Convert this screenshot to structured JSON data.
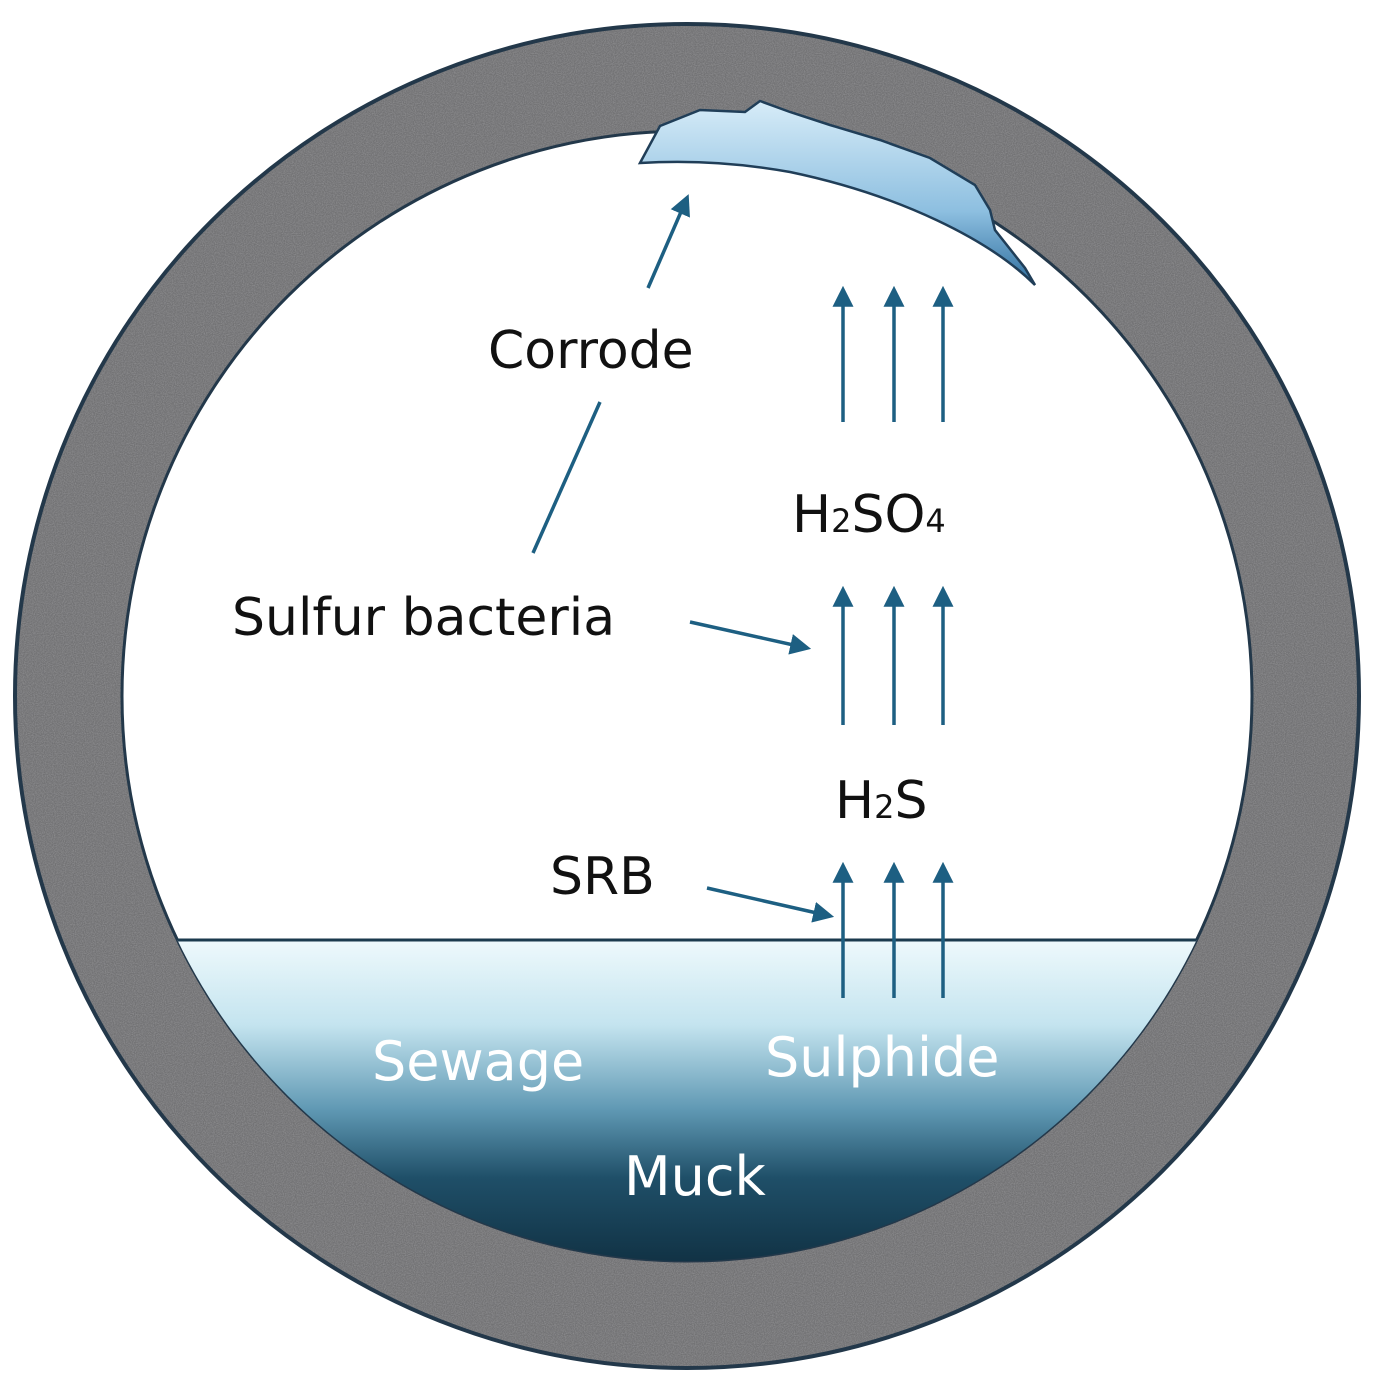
{
  "colors": {
    "pipe_wall": "#6f6f71",
    "pipe_outline": "#1f3a50",
    "interior": "#ffffff",
    "arrow": "#1d5f82",
    "sewage_top": "#eaf7fb",
    "sewage_mid": "#79afc7",
    "muck": "#0f2e40",
    "corrosion": "#9ec9e6"
  },
  "labels": {
    "corrode": "Corrode",
    "h2so4_h": "H",
    "h2so4_sub1": "2",
    "h2so4_so": "SO",
    "h2so4_sub2": "4",
    "sulfur_bacteria": "Sulfur bacteria",
    "h2s_h": "H",
    "h2s_sub": "2",
    "h2s_s": "S",
    "srb": "SRB",
    "sewage": "Sewage",
    "sulphide": "Sulphide",
    "muck": "Muck"
  }
}
